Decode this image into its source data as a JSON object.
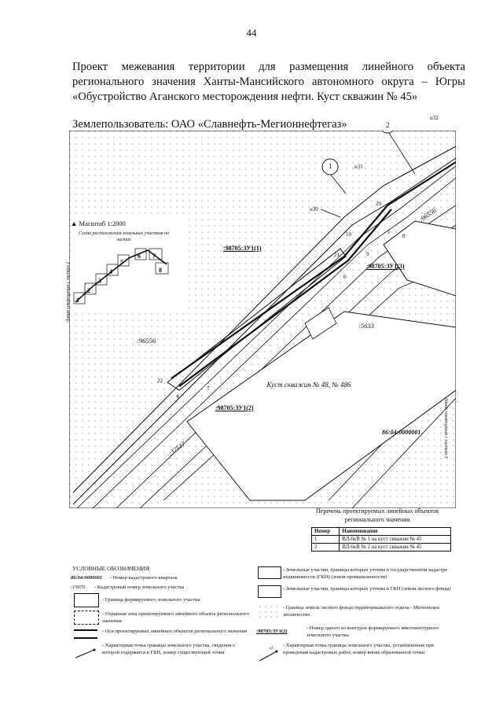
{
  "page": {
    "number": "44"
  },
  "header": {
    "title": "Проект межевания территории для размещения линейного объекта регионального значения Ханты-Мансийского автономного округа – Югры «Обустройство Аганского месторождения нефти. Куст скважин № 45»",
    "land_user": "Землепользователь: ОАО «Славнефть-Мегионнефтегаз»"
  },
  "map": {
    "scale": "Масштаб 1:2000",
    "scheme_label": "Схема расположения земельных участков на листах",
    "callouts": [
      "1",
      "2"
    ],
    "point_labels": [
      "н32",
      "н31",
      "н30",
      "20",
      "1",
      "8",
      "10",
      "21",
      "9",
      "6",
      "22",
      "7",
      "4"
    ],
    "parcels": [
      ":98705:ЗУ1(1)",
      ":98705:ЗУ1(3)",
      ":98705:ЗУ1(2)"
    ],
    "cadastral_numbers": [
      ":96556",
      ":96556",
      ":5633",
      ":37517"
    ],
    "quarter": "86:04:0000001",
    "well_pad": "Куст скважин № 48, № 486",
    "side_label_left": "Линия совмещения с листом 1",
    "side_label_right": "Линия совмещения с листом 3",
    "scheme_sheets": [
      "1",
      "2",
      "3",
      "4",
      "5",
      "6",
      "7",
      "8"
    ]
  },
  "objects_list": {
    "title": "Перечень проектируемых линейных объектов регионального значения",
    "columns": [
      "Номер",
      "Наименование"
    ],
    "rows": [
      {
        "number": "1",
        "name": "ВЛ-6кВ № 1 на куст скважин № 45"
      },
      {
        "number": "2",
        "name": "ВЛ-6кВ № 2 на куст скважин № 45"
      }
    ]
  },
  "legend": {
    "title": "УСЛОВНЫЕ ОБОЗНАЧЕНИЯ:",
    "items": [
      {
        "symbol": "86:04:0000001",
        "text": "- Номер кадастрового квартала"
      },
      {
        "symbol": ":15670",
        "text": "- Кадастровый номер земельного участка"
      },
      {
        "text": "- Граница формируемого земельного участка"
      },
      {
        "text": "- Охранная зона проектируемого линейного объекта регионального значения"
      },
      {
        "text": "- Оси проектируемых линейных объектов регионального значения"
      },
      {
        "text": "- Характерная точка границы земельного участка, сведения о которой содержатся в ГКН, номер существующей точки"
      },
      {
        "text": "- Земельные участки, границы которых учтены в государственном кадастре недвижимости (ГКН) (земли промышленности)"
      },
      {
        "text": "- Земельные участки, границы которых учтены в ГКН (земли лесного фонда)"
      },
      {
        "text": "- Граница земель лесного фонда территориального отдела - Мегионское лесничество"
      },
      {
        "symbol": ":98705:ЗУ1(2)",
        "text": "- Номер одного из контуров формируемого многоконтурного земельного участка"
      },
      {
        "text": "- Характерная точка границы земельного участка, установленная при проведении кадастровых работ, номер вновь образованной точки"
      }
    ],
    "point_sample": "н5"
  }
}
